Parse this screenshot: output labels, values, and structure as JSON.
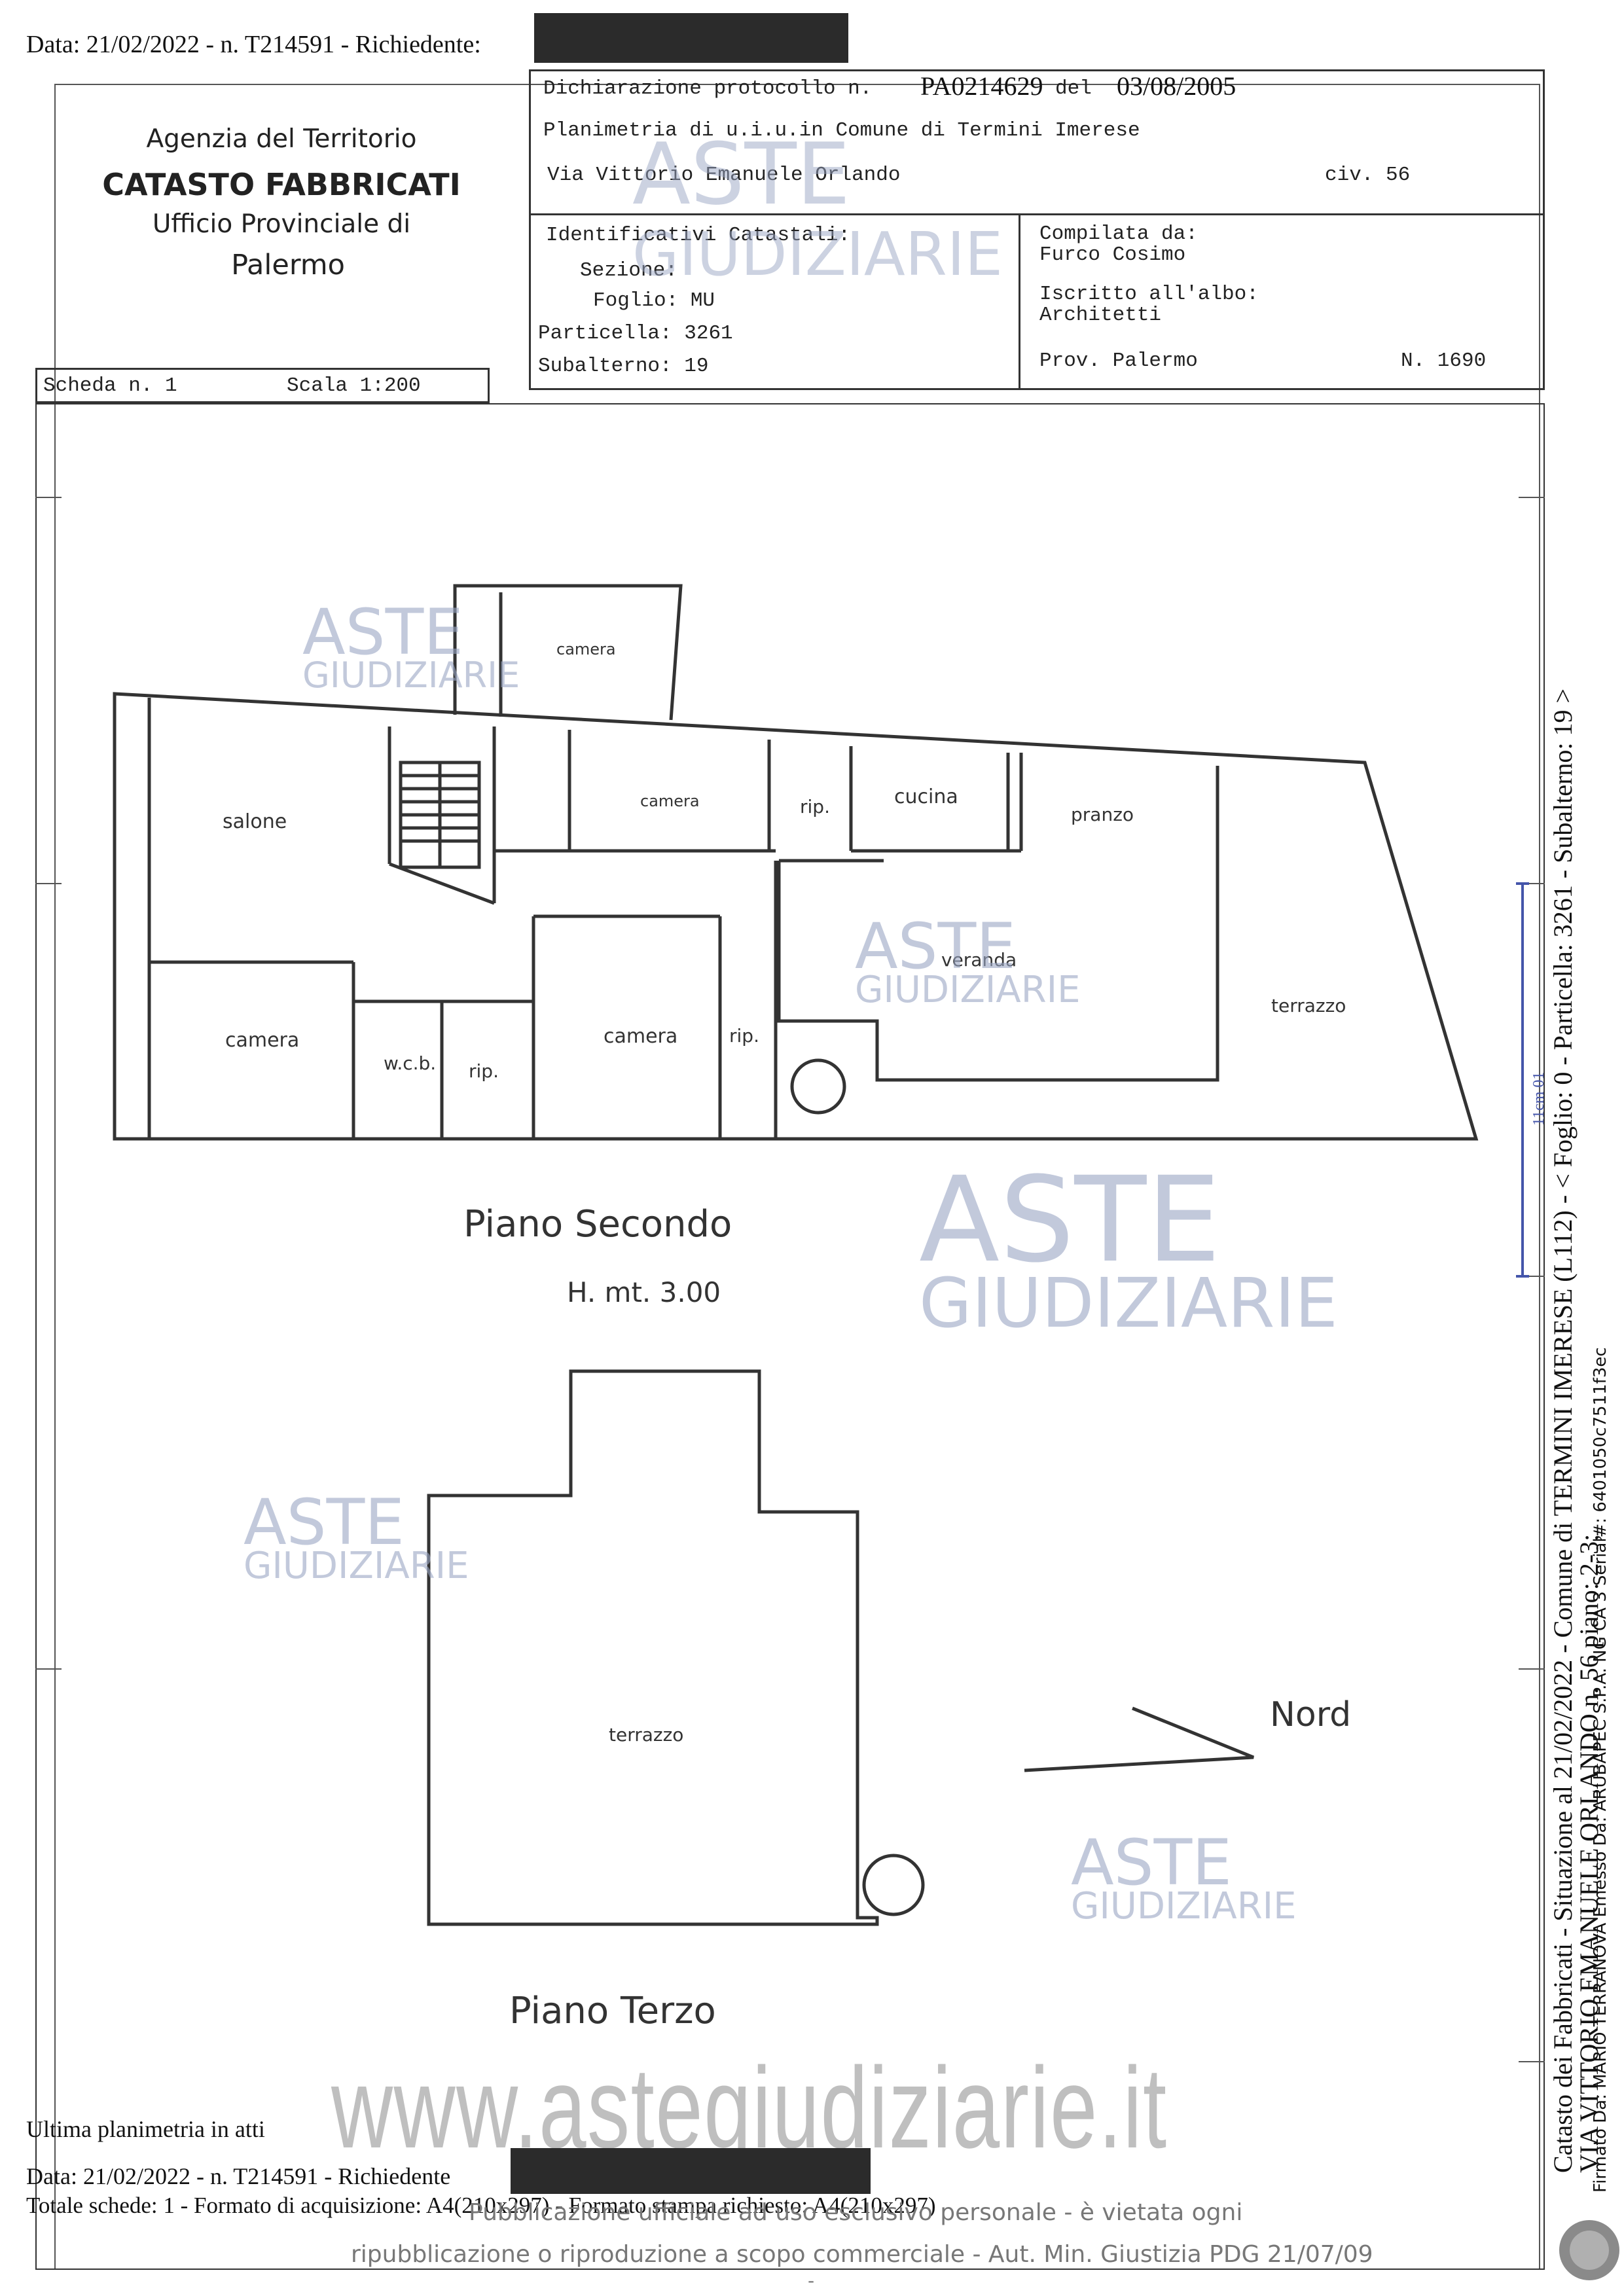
{
  "header": {
    "request_line": "Data: 21/02/2022 - n. T214591 - Richiedente:",
    "agency": "Agenzia del Territorio",
    "catasto": "CATASTO FABBRICATI",
    "office": "Ufficio Provinciale di",
    "province": "Palermo",
    "dichiarazione_label": "Dichiarazione protocollo n.",
    "protocollo": "PA0214629",
    "del_label": "del",
    "protocollo_date": "03/08/2005",
    "planimetria": "Planimetria di u.i.u.in Comune di Termini Imerese",
    "address": "Via Vittorio Emanuele Orlando",
    "civ": "civ. 56",
    "identificativi": "Identificativi Catastali:",
    "sezione": "Sezione:",
    "foglio": "Foglio: MU",
    "particella": "Particella: 3261",
    "subalterno": "Subalterno: 19",
    "compilata": "Compilata da:",
    "compilatore": "Furco Cosimo",
    "iscritto": "Iscritto all'albo:",
    "albo": "Architetti",
    "prov": "Prov. Palermo",
    "numero": "N.  1690",
    "scheda": "Scheda n. 1",
    "scala": "Scala 1:200"
  },
  "plan": {
    "floor2_title": "Piano Secondo",
    "floor2_height": "H. mt. 3.00",
    "floor3_title": "Piano Terzo",
    "north": "Nord",
    "rooms": {
      "camera_top": "camera",
      "salone": "salone",
      "camera_mid": "camera",
      "rip1": "rip.",
      "cucina": "cucina",
      "pranzo": "pranzo",
      "veranda": "veranda",
      "terrazzo": "terrazzo",
      "camera_left": "camera",
      "wcb": "w.c.b.",
      "rip2": "rip.",
      "camera_center": "camera",
      "rip3": "rip.",
      "terrazzo_top": "terrazzo"
    }
  },
  "side": {
    "line1": "Catasto dei Fabbricati - Situazione al 21/02/2022 - Comune di TERMINI IMERESE (L112) - < Foglio: 0 - Particella: 3261 - Subalterno: 19 >",
    "line2": "VIA VITTORIO EMANUELE ORLANDO n. 56 piano: 2-3;",
    "signed": "Firmato Da: MARIO TERRANOVA Emesso Da: ARUBAPEC S.P.A. NG CA 3 Serial#: 6401050c7511f3ec",
    "scale_mark": "11cm 01"
  },
  "footer": {
    "ultima": "Ultima planimetria in atti",
    "request_line": "Data: 21/02/2022 - n. T214591 - Richiedente",
    "totale": "Totale schede: 1 - Formato di acquisizione: A4(210x297) - Formato stampa richiesto: A4(210x297)",
    "pub1": "Pubblicazione ufficiale ad uso esclusivo personale - è vietata ogni",
    "pub2": "ripubblicazione o riproduzione a scopo commerciale - Aut. Min. Giustizia PDG 21/07/09",
    "dash": "-"
  },
  "watermark": {
    "aste": "ASTE",
    "giudiziarie": "GIUDIZIARIE",
    "url": "www.astegiudiziarie.it"
  }
}
